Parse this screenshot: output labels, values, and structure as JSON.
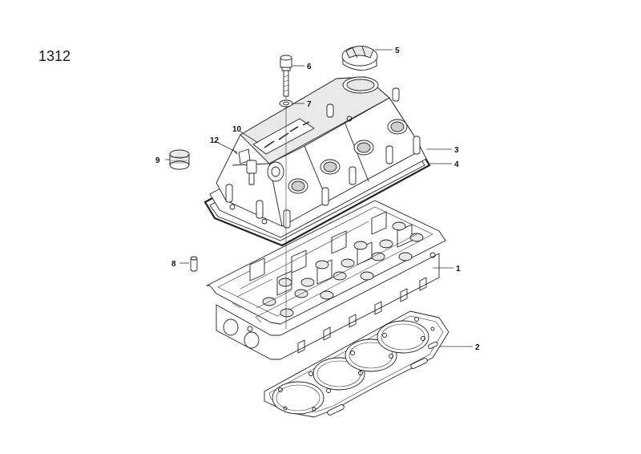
{
  "diagram": {
    "page_number": "1312",
    "callouts": [
      {
        "id": "c1",
        "label": "1"
      },
      {
        "id": "c2",
        "label": "2"
      },
      {
        "id": "c3",
        "label": "3"
      },
      {
        "id": "c4",
        "label": "4"
      },
      {
        "id": "c5",
        "label": "5"
      },
      {
        "id": "c6",
        "label": "6"
      },
      {
        "id": "c7",
        "label": "7"
      },
      {
        "id": "c8",
        "label": "8"
      },
      {
        "id": "c9",
        "label": "9"
      },
      {
        "id": "c10",
        "label": "10"
      },
      {
        "id": "c12",
        "label": "12"
      }
    ]
  }
}
